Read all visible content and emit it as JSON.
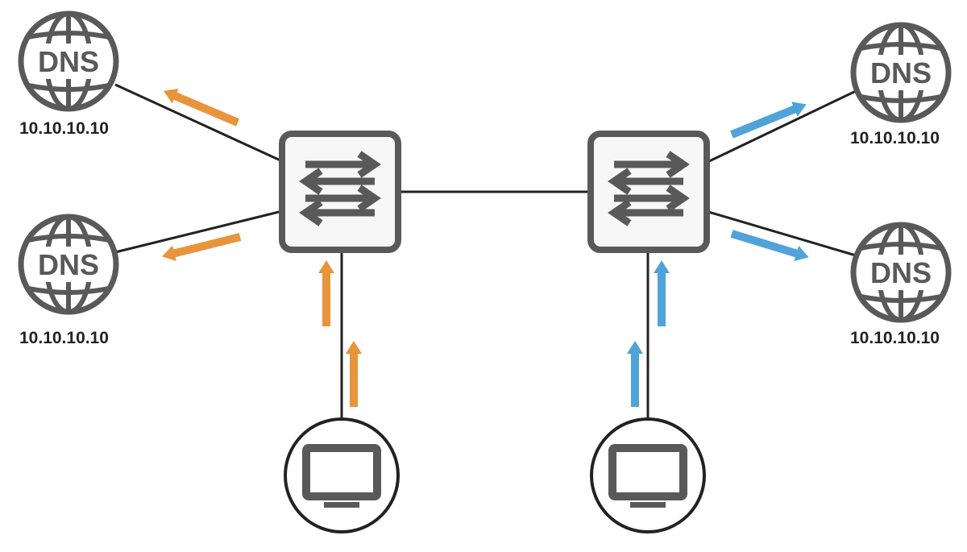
{
  "dns_servers": [
    {
      "id": "dns-top-left",
      "text": "DNS",
      "ip": "10.10.10.10"
    },
    {
      "id": "dns-bottom-left",
      "text": "DNS",
      "ip": "10.10.10.10"
    },
    {
      "id": "dns-top-right",
      "text": "DNS",
      "ip": "10.10.10.10"
    },
    {
      "id": "dns-bottom-right",
      "text": "DNS",
      "ip": "10.10.10.10"
    }
  ],
  "colors": {
    "line": "#222222",
    "device": "#595959",
    "device_fill": "#f7f7f7",
    "left_flow": "#e8943a",
    "right_flow": "#4fa3d9",
    "label": "#222222"
  },
  "icons": {
    "switch": "switch-arrows-icon",
    "dns": "globe-dns-icon",
    "client": "monitor-icon",
    "flow": "arrow-icon"
  }
}
